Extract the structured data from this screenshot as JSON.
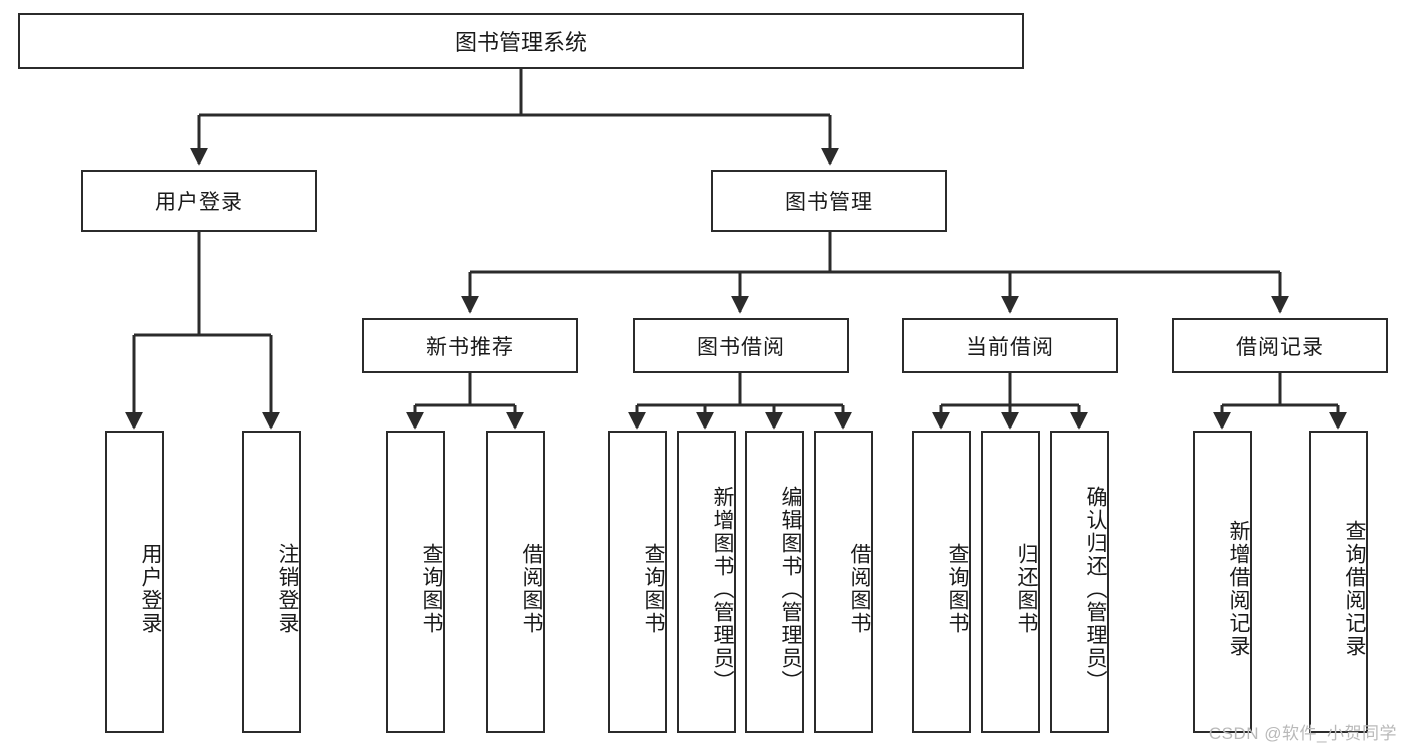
{
  "diagram": {
    "title": "图书管理系统",
    "type": "tree",
    "background": "#ffffff",
    "line_color": "#2b2b2b",
    "box_border_color": "#2b2b2b",
    "text_color": "#1a1a1a",
    "nodes": {
      "root": {
        "label": "图书管理系统"
      },
      "tier2": [
        {
          "id": "user-login",
          "label": "用户登录"
        },
        {
          "id": "book-manage",
          "label": "图书管理"
        }
      ],
      "tier3": [
        {
          "id": "new-book-recommend",
          "label": "新书推荐"
        },
        {
          "id": "book-borrow",
          "label": "图书借阅"
        },
        {
          "id": "current-borrow",
          "label": "当前借阅"
        },
        {
          "id": "borrow-record",
          "label": "借阅记录"
        }
      ],
      "leaves": [
        {
          "id": "leaf-user-login",
          "label": "用户登录",
          "parent": "user-login"
        },
        {
          "id": "leaf-logout",
          "label": "注销登录",
          "parent": "user-login"
        },
        {
          "id": "leaf-query-book-1",
          "label": "查询图书",
          "parent": "new-book-recommend"
        },
        {
          "id": "leaf-borrow-book-1",
          "label": "借阅图书",
          "parent": "new-book-recommend"
        },
        {
          "id": "leaf-query-book-2",
          "label": "查询图书",
          "parent": "book-borrow"
        },
        {
          "id": "leaf-add-book",
          "label": "新增图书（管理员）",
          "parent": "book-borrow"
        },
        {
          "id": "leaf-edit-book",
          "label": "编辑图书（管理员）",
          "parent": "book-borrow"
        },
        {
          "id": "leaf-borrow-book-2",
          "label": "借阅图书",
          "parent": "book-borrow"
        },
        {
          "id": "leaf-query-book-3",
          "label": "查询图书",
          "parent": "current-borrow"
        },
        {
          "id": "leaf-return-book",
          "label": "归还图书",
          "parent": "current-borrow"
        },
        {
          "id": "leaf-confirm-return",
          "label": "确认归还（管理员）",
          "parent": "current-borrow"
        },
        {
          "id": "leaf-add-record",
          "label": "新增借阅记录",
          "parent": "borrow-record"
        },
        {
          "id": "leaf-query-record",
          "label": "查询借阅记录",
          "parent": "borrow-record"
        }
      ]
    }
  },
  "watermark": {
    "text": "CSDN @软件_小贺同学"
  }
}
